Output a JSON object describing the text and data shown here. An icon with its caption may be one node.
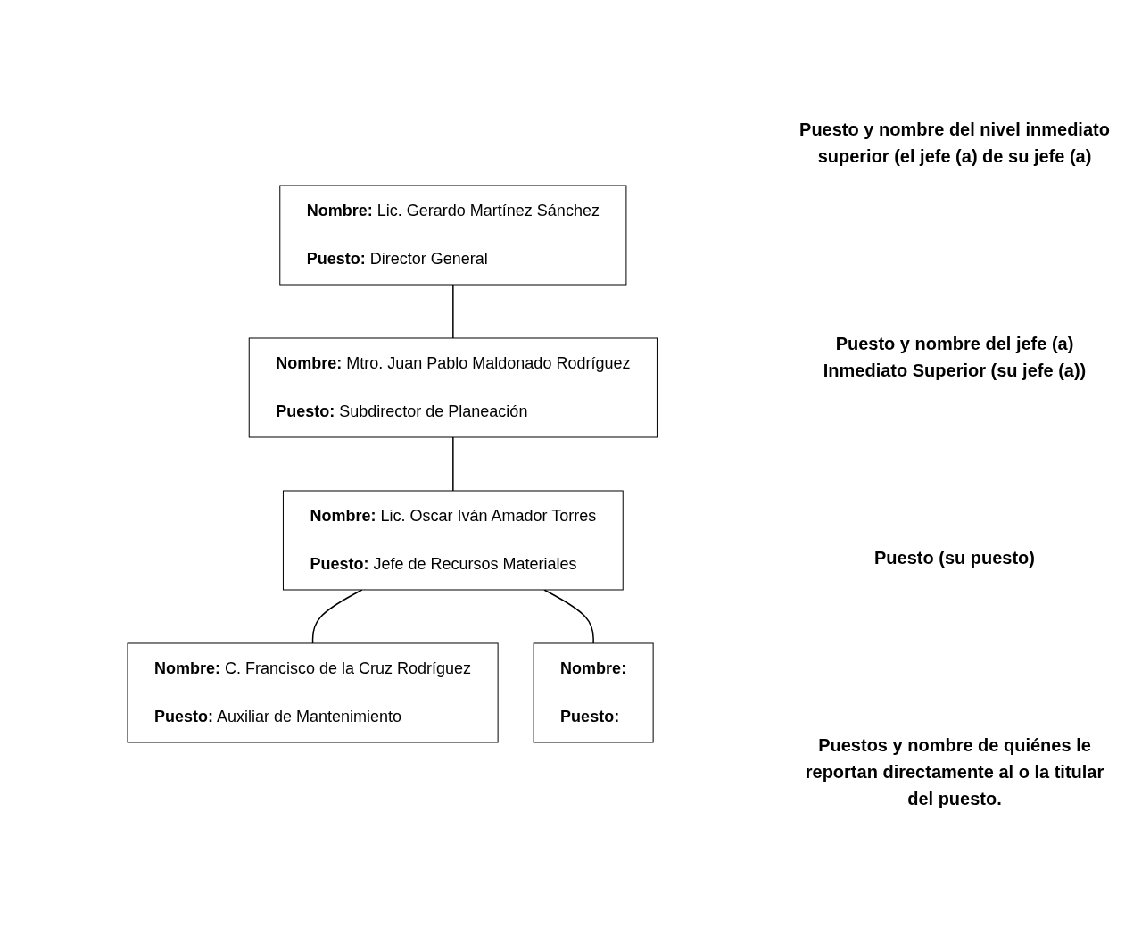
{
  "diagram": {
    "nodes": [
      {
        "text": [
          "**Nombre:** Lic. Gerardo Martínez Sánchez",
          "**Puesto:** Director General"
        ]
      },
      {
        "text": [
          "**Nombre:** Mtro. Juan Pablo Maldonado Rodríguez",
          "**Puesto:** Subdirector de Planeación"
        ]
      },
      {
        "text": [
          "**Nombre:** Lic. Oscar Iván Amador Torres",
          "**Puesto:**  Jefe de Recursos Materiales"
        ]
      },
      {
        "text": [
          "**Nombre:** C. Francisco de la Cruz Rodríguez",
          "**Puesto:** Auxiliar de Mantenimiento"
        ]
      },
      {
        "text": [
          "**Nombre:**",
          "**Puesto:**"
        ]
      }
    ],
    "edges": [
      {
        "from": 0,
        "to": 1,
        "arrow": "none"
      },
      {
        "from": 1,
        "to": 2,
        "arrow": "none"
      },
      {
        "from": 2,
        "to": 3,
        "arrow": "none"
      },
      {
        "from": 2,
        "to": 4,
        "arrow": "none"
      }
    ],
    "labels": [
      "Puesto y nombre del nivel inmediato superior (el jefe (a) de su jefe (a)",
      "Puesto y nombre del jefe (a) Inmediato Superior (su jefe (a))",
      "Puesto (su puesto)",
      "Puestos y nombre de quiénes le reportan directamente al o la titular del puesto."
    ]
  }
}
